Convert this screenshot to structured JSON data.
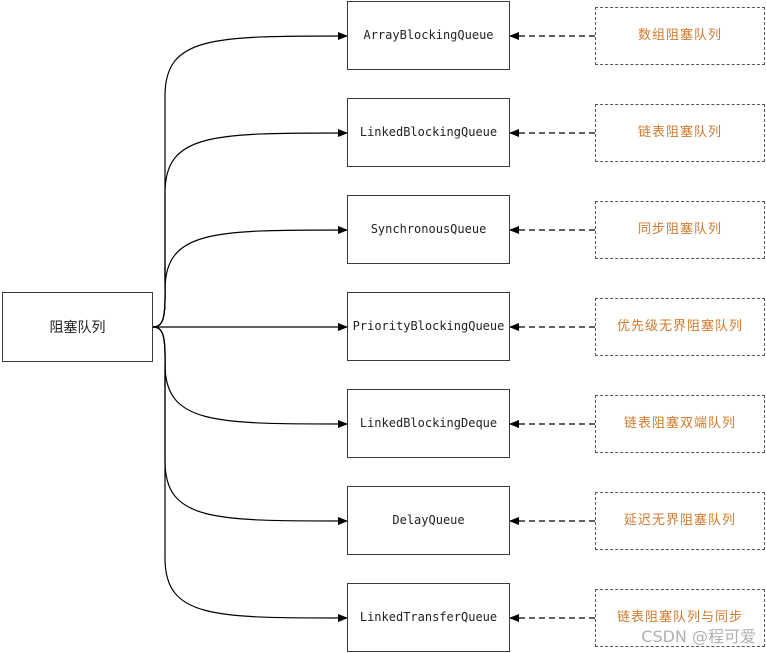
{
  "root": {
    "label": "阻塞队列"
  },
  "queues": [
    {
      "name": "ArrayBlockingQueue",
      "description": "数组阻塞队列"
    },
    {
      "name": "LinkedBlockingQueue",
      "description": "链表阻塞队列"
    },
    {
      "name": "SynchronousQueue",
      "description": "同步阻塞队列"
    },
    {
      "name": "PriorityBlockingQueue",
      "description": "优先级无界阻塞队列"
    },
    {
      "name": "LinkedBlockingDeque",
      "description": "链表阻塞双端队列"
    },
    {
      "name": "DelayQueue",
      "description": "延迟无界阻塞队列"
    },
    {
      "name": "LinkedTransferQueue",
      "description": "链表阻塞队列与同步"
    }
  ],
  "watermark": "CSDN @程可爱",
  "colors": {
    "line": "#000000",
    "box_border": "#3a3a3a",
    "description_text": "#d27a2e"
  }
}
